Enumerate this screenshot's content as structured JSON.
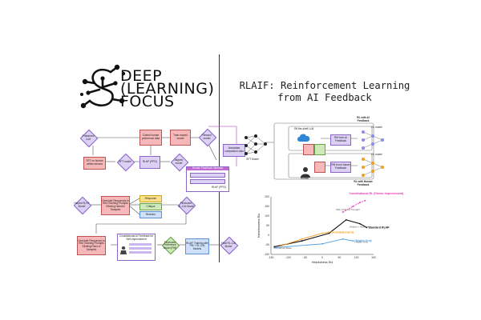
{
  "logo": {
    "line1": "DEEP",
    "line2": "(LEARNING)",
    "line3": "FOCUS"
  },
  "title": {
    "line1": "RLAIF: Reinforcement Learning",
    "line2": "from AI Feedback"
  },
  "flow1": {
    "pretrained_llm": "Pretrained LLM",
    "sft": "SFT on human written demos",
    "sft_model": "SFT model",
    "collect_prefs": "Collect human preference data",
    "train_rm": "Train reward model",
    "rlhf": "RLHF (PPO)",
    "rm": "Reward model",
    "final": "Aligned model",
    "human_feedback": "Human Feedback Interface",
    "annotation": "Annotated comparison data",
    "rlhf_ppo": "RLHF (PPO)"
  },
  "flow2": {
    "helpful_model": "Helpful RLHF Model",
    "generate": "Generate Responses to Red Teaming Prompts Eliciting Harmful Samples",
    "response": "Response",
    "critique": "Critique",
    "revision": "Revision",
    "finetuned_sl": "Finetuned SL-CAI Model",
    "generate2": "Generate Responses to Red Teaming Prompts Eliciting Pairs of Samples",
    "constitutional_ai": "Constitutional AI Feedback for Self-Improvement",
    "finetuned_pm": "Finetuned Preference Model (PM)",
    "rlaif_training": "RLAIF Training with PM + SL-CAI Models",
    "final_rl": "Final RL-CAI Model"
  },
  "diagram_right": {
    "sft_model": "SFT Model",
    "offshelf": "Off-the-shelf LLM",
    "rm_ai": "RM from AI Feedback",
    "rm_human": "RM from Human Feedback",
    "rl_ai": "RL with AI Feedback",
    "rl_human": "RL with Human Feedback",
    "rl_model": "RL model",
    "rl_model2": "RL model",
    "human": "Human"
  },
  "chart_data": {
    "type": "line",
    "xlabel": "Helpfulness Elo",
    "ylabel": "Harmlessness Elo",
    "xlim": [
      -150,
      150
    ],
    "ylim": [
      -100,
      200
    ],
    "x_ticks": [
      "-150",
      "-100",
      "-50",
      "0",
      "50",
      "100",
      "150"
    ],
    "y_ticks": [
      "-100",
      "-50",
      "0",
      "50",
      "100",
      "150",
      "200"
    ],
    "series": [
      {
        "name": "Constitutional RL (Pareto Improvement)",
        "color": "#e33ab5",
        "x": [
          60,
          90,
          110,
          125
        ],
        "y": [
          120,
          150,
          170,
          180
        ]
      },
      {
        "name": "Standard RLHF",
        "color": "#111111",
        "x": [
          -140,
          -60,
          20,
          70,
          110,
          130
        ],
        "y": [
          -60,
          -30,
          10,
          80,
          60,
          40
        ]
      },
      {
        "name": "Constitutional SL",
        "color": "#f0a020",
        "x": [
          -120,
          -60,
          0,
          20
        ],
        "y": [
          -55,
          -20,
          10,
          15
        ]
      },
      {
        "name": "Helpful-Only",
        "color": "#4a9ee0",
        "x": [
          -140,
          0,
          60,
          90
        ],
        "y": [
          -65,
          -45,
          -20,
          -30
        ]
      }
    ],
    "annotations": [
      {
        "text": "With Chain of Thought",
        "x": 40,
        "y": 130
      },
      {
        "text": "Pretrained Base",
        "x": -140,
        "y": -70
      },
      {
        "text": "Helpful + Harmless",
        "x": 80,
        "y": 40
      },
      {
        "text": "Helpful-Only",
        "x": 95,
        "y": -40
      }
    ],
    "colors": {
      "constitutional_rl": "#e33ab5",
      "standard": "#111111",
      "constitutional_sl": "#f0a020",
      "helpful": "#4a9ee0"
    }
  }
}
